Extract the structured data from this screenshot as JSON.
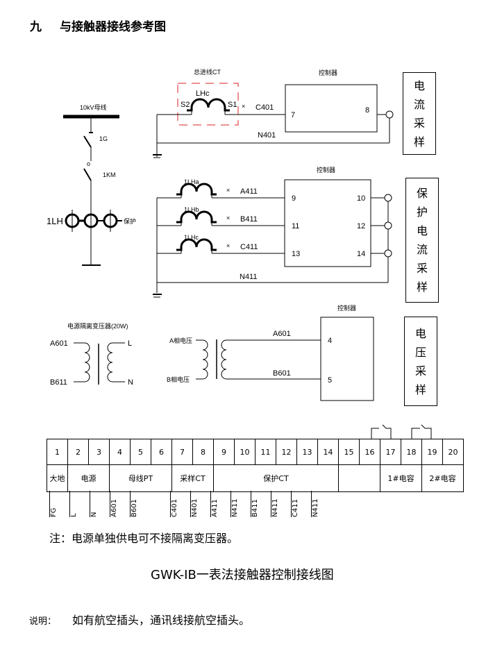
{
  "title": {
    "number": "九",
    "text": "与接触器接线参考图"
  },
  "section1": {
    "ct_group_label": "总进线CT",
    "ct_coil": "LHc",
    "ct_s2": "S2",
    "ct_s1": "S1",
    "ct_mark": "×",
    "wire_c": "C401",
    "wire_n": "N401",
    "controller_label": "控制器",
    "pin_in": "7",
    "pin_out": "8",
    "side_label": [
      "电",
      "流",
      "采",
      "样"
    ]
  },
  "single_line": {
    "bus_label": "10kV母线",
    "switch1": "1G",
    "switch2": "1KM",
    "ct_label": "1LH",
    "protect_label": "保护"
  },
  "section2": {
    "controller_label": "控制器",
    "coils": [
      {
        "name": "1LHa",
        "wire": "A411",
        "pin_in": "9",
        "pin_out": "10"
      },
      {
        "name": "1LHb",
        "wire": "B411",
        "pin_in": "11",
        "pin_out": "12"
      },
      {
        "name": "1LHc",
        "wire": "C411",
        "pin_in": "13",
        "pin_out": "14"
      }
    ],
    "mark": "×",
    "wire_n": "N411",
    "side_label": [
      "保",
      "护",
      "电",
      "流",
      "采",
      "样"
    ]
  },
  "section3": {
    "iso_transformer_label": "电源隔离变压器(20W)",
    "iso_left_top": "A601",
    "iso_left_bottom": "B611",
    "iso_right_top": "L",
    "iso_right_bottom": "N",
    "pt_left_top": "A相电压",
    "pt_left_bottom": "B相电压",
    "wire_a": "A601",
    "wire_b": "B601",
    "controller_label": "控制器",
    "pin_a": "4",
    "pin_b": "5",
    "side_label": [
      "电",
      "压",
      "采",
      "样"
    ]
  },
  "terminal_block": {
    "numbers": [
      "1",
      "2",
      "3",
      "4",
      "5",
      "6",
      "7",
      "8",
      "9",
      "10",
      "11",
      "12",
      "13",
      "14",
      "15",
      "16",
      "17",
      "18",
      "19",
      "20"
    ],
    "groups": [
      {
        "label": "大地",
        "span": 1
      },
      {
        "label": "电源",
        "span": 2
      },
      {
        "label": "母线PT",
        "span": 3
      },
      {
        "label": "采样CT",
        "span": 2
      },
      {
        "label": "保护CT",
        "span": 6
      },
      {
        "label": "",
        "span": 2
      },
      {
        "label": "1#电容",
        "span": 2
      },
      {
        "label": "2#电容",
        "span": 2
      }
    ],
    "wire_labels": [
      "FG",
      "L",
      "N",
      "A601",
      "B601",
      "",
      "C401",
      "N401",
      "A411",
      "N411",
      "B411",
      "N411",
      "C411",
      "N411"
    ]
  },
  "note": "注：电源单独供电可不接隔离变压器。",
  "caption": "GWK-IB一表法接触器控制接线图",
  "explain_label": "说明：",
  "explain_text": "如有航空插头，通讯线接航空插头。"
}
